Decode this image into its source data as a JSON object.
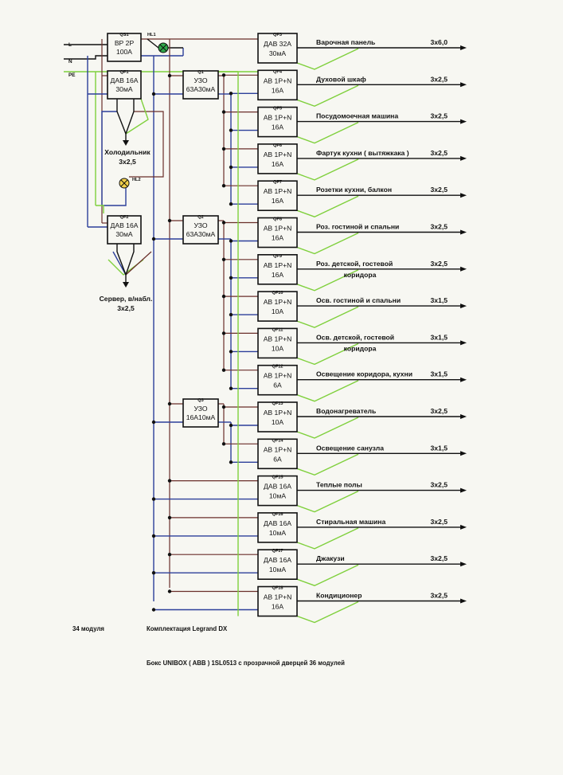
{
  "inputs": {
    "line": "L",
    "neutral": "N",
    "earth": "PE"
  },
  "main_switch": {
    "tag": "QS1",
    "lines": [
      "ВР 2Р",
      "100А"
    ]
  },
  "lamps": {
    "hl1": "HL1",
    "hl2": "HL2"
  },
  "left_blocks": [
    {
      "tag": "QF1",
      "lines": [
        "ДАВ 16А",
        "30мА"
      ]
    },
    {
      "tag": "QF2",
      "lines": [
        "ДАВ 16А",
        "30мА"
      ]
    }
  ],
  "left_loads": [
    {
      "lines": [
        "Холодильник",
        "3x2,5"
      ]
    },
    {
      "lines": [
        "Сервер, в/набл.",
        "3x2,5"
      ]
    }
  ],
  "rcds": [
    {
      "tag": "Q1",
      "lines": [
        "УЗО",
        "63А30мА"
      ]
    },
    {
      "tag": "Q2",
      "lines": [
        "УЗО",
        "63А30мА"
      ]
    },
    {
      "tag": "Q3",
      "lines": [
        "УЗО",
        "16А10мА"
      ]
    }
  ],
  "breakers": [
    {
      "tag": "QF3",
      "lines": [
        "ДАВ 32А",
        "30мА"
      ],
      "load": "Варочная панель",
      "load2": "",
      "cable": "3x6,0"
    },
    {
      "tag": "QF4",
      "lines": [
        "АВ 1Р+N",
        "16А"
      ],
      "load": "Духовой шкаф",
      "load2": "",
      "cable": "3x2,5"
    },
    {
      "tag": "QF5",
      "lines": [
        "АВ 1Р+N",
        "16А"
      ],
      "load": "Посудомоечная машина",
      "load2": "",
      "cable": "3x2,5"
    },
    {
      "tag": "QF6",
      "lines": [
        "АВ 1Р+N",
        "16А"
      ],
      "load": "Фартук кухни ( вытяжкака )",
      "load2": "",
      "cable": "3x2,5"
    },
    {
      "tag": "QF7",
      "lines": [
        "АВ 1Р+N",
        "16А"
      ],
      "load": "Розетки кухни, балкон",
      "load2": "",
      "cable": "3x2,5"
    },
    {
      "tag": "QF8",
      "lines": [
        "АВ 1Р+N",
        "16А"
      ],
      "load": "Роз. гостиной и спальни",
      "load2": "",
      "cable": "3x2,5"
    },
    {
      "tag": "QF9",
      "lines": [
        "АВ 1Р+N",
        "16А"
      ],
      "load": "Роз. детской, гостевой",
      "load2": "коридора",
      "cable": "3x2,5"
    },
    {
      "tag": "QF10",
      "lines": [
        "АВ 1Р+N",
        "10А"
      ],
      "load": "Осв. гостиной и спальни",
      "load2": "",
      "cable": "3x1,5"
    },
    {
      "tag": "QF11",
      "lines": [
        "АВ 1Р+N",
        "10А"
      ],
      "load": "Осв. детской, гостевой",
      "load2": "коридора",
      "cable": "3x1,5"
    },
    {
      "tag": "QF12",
      "lines": [
        "АВ 1Р+N",
        "6А"
      ],
      "load": "Освещение коридора, кухни",
      "load2": "",
      "cable": "3x1,5"
    },
    {
      "tag": "QF13",
      "lines": [
        "АВ 1Р+N",
        "10А"
      ],
      "load": "Водонагреватель",
      "load2": "",
      "cable": "3x2,5"
    },
    {
      "tag": "QF14",
      "lines": [
        "АВ 1Р+N",
        "6А"
      ],
      "load": "Освещение санузла",
      "load2": "",
      "cable": "3x1,5"
    },
    {
      "tag": "QF15",
      "lines": [
        "ДАВ 16А",
        "10мА"
      ],
      "load": "Теплые полы",
      "load2": "",
      "cable": "3x2,5"
    },
    {
      "tag": "QF16",
      "lines": [
        "ДАВ 16А",
        "10мА"
      ],
      "load": "Стиральная машина",
      "load2": "",
      "cable": "3x2,5"
    },
    {
      "tag": "QF17",
      "lines": [
        "ДАВ 16А",
        "10мА"
      ],
      "load": "Джакузи",
      "load2": "",
      "cable": "3x2,5"
    },
    {
      "tag": "QF18",
      "lines": [
        "АВ 1Р+N",
        "16А"
      ],
      "load": "Кондиционер",
      "load2": "",
      "cable": "3x2,5"
    }
  ],
  "footer": {
    "modules": "34 модуля",
    "kit": "Комплектация Legrand DX",
    "box": "Бокс UNIBOX ( ABB ) 1SL0513 с прозрачной дверцей 36 модулей"
  },
  "colors": {
    "earth_wire": "#7fd03c",
    "neutral_wire": "#2c3f9a",
    "phase_wire": "#6a2e2a",
    "lamp_hl1": "#2fa84a",
    "lamp_hl2": "#f2d04a"
  }
}
